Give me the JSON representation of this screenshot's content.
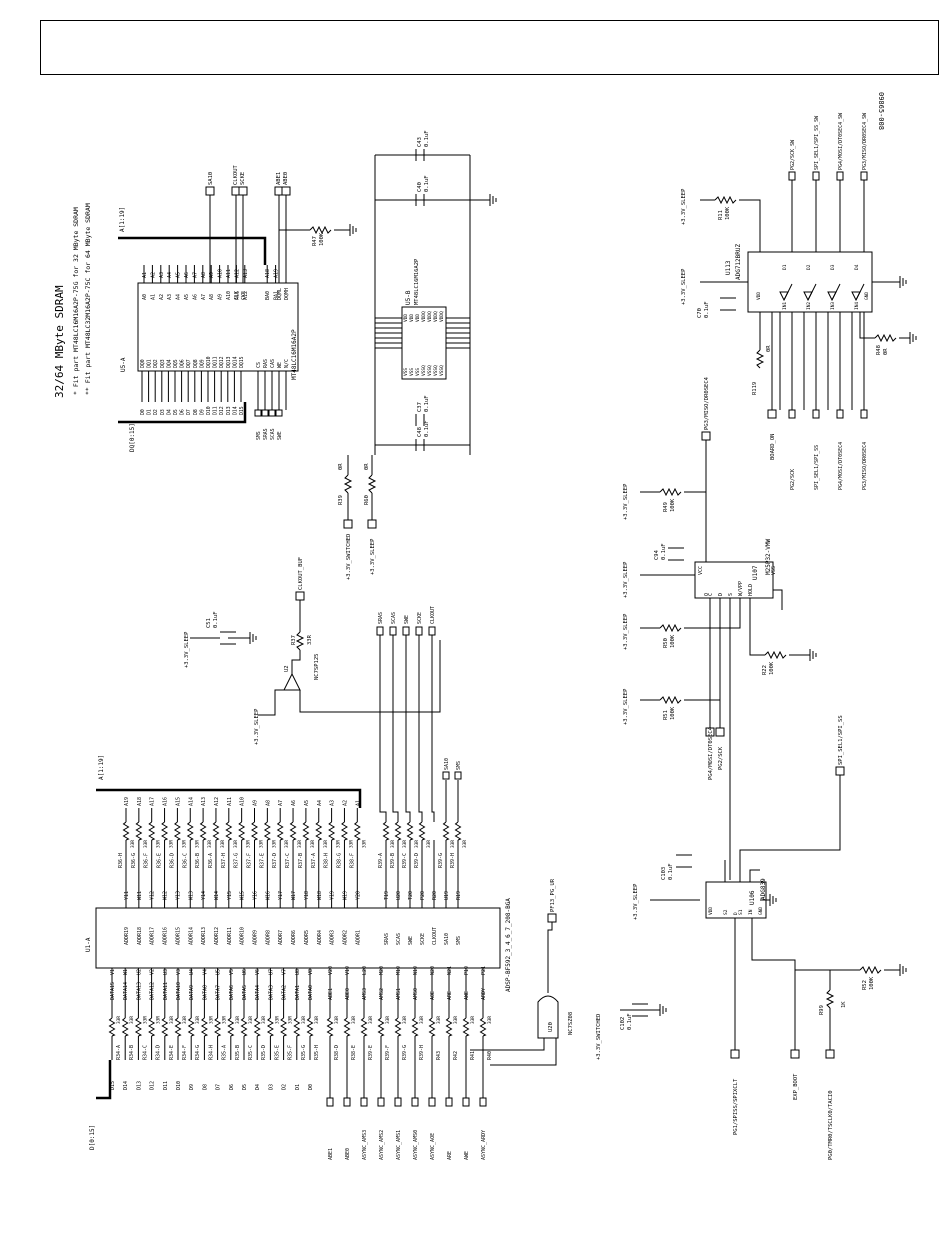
{
  "doc": {
    "figure_id": "09865-008",
    "sdram_title": "32/64 MByte SDRAM",
    "note1": "* Fit part MT48LC16M16A2P-75G for 32 MByte SDRAM",
    "note2": "** Fit part MT48LC32M16A2P-75C for 64 MByte SDRAM"
  },
  "rails": {
    "sleep": "+3.3V_SLEEP",
    "switched": "+3.3V_SWITCHED"
  },
  "ics": {
    "u5a": {
      "ref": "U5-A",
      "part": "MT48LC16M16A2P"
    },
    "u5b": {
      "ref": "U5-B",
      "part": "MT48LC16M16A2P"
    },
    "u1a": {
      "ref": "U1-A",
      "part": "ADSP-BF592_3_4_6_7_208-BGA"
    },
    "u2": {
      "ref": "U2",
      "part": "NC7SP125"
    },
    "u20": {
      "ref": "U20",
      "part": "NC7SZ08"
    },
    "u107": {
      "ref": "U107",
      "part": "M25P32-VMW"
    },
    "u106": {
      "ref": "U106",
      "part": "ADG839"
    },
    "u113": {
      "ref": "U113",
      "part": "ADG712BRUZ"
    }
  },
  "buses": {
    "data": "DQ[0:15]",
    "addr": "A[1:19]",
    "data_u1": "D[0:15]",
    "addr_u1": "A[1:19]"
  },
  "sdram": {
    "dq_pins": [
      "DQ0",
      "DQ1",
      "DQ2",
      "DQ3",
      "DQ4",
      "DQ5",
      "DQ6",
      "DQ7",
      "DQ8",
      "DQ9",
      "DQ10",
      "DQ11",
      "DQ12",
      "DQ13",
      "DQ14",
      "DQ15"
    ],
    "dq_nets": [
      "D0",
      "D1",
      "D2",
      "D3",
      "D4",
      "D5",
      "D6",
      "D7",
      "D8",
      "D9",
      "D10",
      "D11",
      "D12",
      "D13",
      "D14",
      "D15"
    ],
    "addr_pins": [
      "A0",
      "A1",
      "A2",
      "A3",
      "A4",
      "A5",
      "A6",
      "A7",
      "A8",
      "A9",
      "A10",
      "A11",
      "A12",
      "BA0",
      "BA1"
    ],
    "addr_nets": [
      "A1",
      "A2",
      "A3",
      "A4",
      "A5",
      "A6",
      "A7",
      "A8",
      "A9",
      "A10",
      "A11",
      "A12",
      "A13",
      "A18",
      "A19"
    ],
    "ctrl_pins": [
      "CLK",
      "CKE",
      "DQML",
      "DQMH",
      "CS",
      "RAS",
      "CAS",
      "WE",
      "N/C"
    ],
    "ctrl_nets": [
      "CLKOUT",
      "SCKE",
      "ABE0",
      "ABE1",
      "SMS",
      "SRAS",
      "SCAS",
      "SWE",
      "SA10"
    ],
    "power_pins": [
      "VDD",
      "VDD",
      "VDD",
      "VDDQ",
      "VDDQ",
      "VDDQ",
      "VDDQ",
      "VSS",
      "VSS",
      "VSS",
      "VSSQ",
      "VSSQ",
      "VSSQ",
      "VSSQ"
    ]
  },
  "u1a": {
    "data_pins": [
      "DATA15",
      "DATA14",
      "DATA13",
      "DATA12",
      "DATA11",
      "DATA10",
      "DATA9",
      "DATA8",
      "DATA7",
      "DATA6",
      "DATA5",
      "DATA4",
      "DATA3",
      "DATA2",
      "DATA1",
      "DATA0"
    ],
    "data_balls": [
      "V1",
      "W1",
      "U2",
      "V2",
      "U3",
      "V3",
      "U4",
      "V4",
      "U5",
      "V5",
      "U6",
      "V6",
      "U7",
      "V7",
      "U8",
      "V8"
    ],
    "data_res": [
      "R34-A",
      "R34-B",
      "R34-C",
      "R34-D",
      "R34-E",
      "R34-F",
      "R34-G",
      "R34-H",
      "R35-A",
      "R35-B",
      "R35-C",
      "R35-D",
      "R35-E",
      "R35-F",
      "R35-G",
      "R35-H"
    ],
    "data_nets": [
      "D15",
      "D14",
      "D13",
      "D12",
      "D11",
      "D10",
      "D9",
      "D8",
      "D7",
      "D6",
      "D5",
      "D4",
      "D3",
      "D2",
      "D1",
      "D0"
    ],
    "addr_pins": [
      "ADDR19",
      "ADDR18",
      "ADDR17",
      "ADDR16",
      "ADDR15",
      "ADDR14",
      "ADDR13",
      "ADDR12",
      "ADDR11",
      "ADDR10",
      "ADDR9",
      "ADDR8",
      "ADDR7",
      "ADDR6",
      "ADDR5",
      "ADDR4",
      "ADDR3",
      "ADDR2",
      "ADDR1"
    ],
    "addr_balls": [
      "Y11",
      "W11",
      "Y12",
      "W12",
      "Y13",
      "W13",
      "Y14",
      "W14",
      "Y15",
      "W15",
      "Y16",
      "W16",
      "Y17",
      "W17",
      "Y18",
      "W18",
      "Y19",
      "W19",
      "Y20"
    ],
    "addr_res": [
      "R36-H",
      "R36-G",
      "R36-F",
      "R36-E",
      "R36-D",
      "R36-C",
      "R36-B",
      "R36-A",
      "R37-H",
      "R37-G",
      "R37-F",
      "R37-E",
      "R37-D",
      "R37-C",
      "R37-B",
      "R37-A",
      "R38-H",
      "R38-G",
      "R38-F"
    ],
    "addr_nets": [
      "A19",
      "A18",
      "A17",
      "A16",
      "A15",
      "A14",
      "A13",
      "A12",
      "A11",
      "A10",
      "A9",
      "A8",
      "A7",
      "A6",
      "A5",
      "A4",
      "A3",
      "A2",
      "A1"
    ],
    "sdc_pins": [
      "SRAS",
      "SCAS",
      "SWE",
      "SCKE",
      "CLKOUT",
      "SA10",
      "SMS"
    ],
    "sdc_balls": [
      "T19",
      "U20",
      "T20",
      "P20",
      "R20",
      "U19",
      "R19"
    ],
    "sdc_res": [
      "R39-A",
      "R39-B",
      "R39-C",
      "R39-D",
      "",
      "R39-G",
      "R39-H"
    ],
    "sdc_nets": [
      "SRAS",
      "SCAS",
      "SWE",
      "SCKE",
      "CLKOUT",
      "SA10",
      "SMS"
    ],
    "res_value": "33R",
    "left_pins": [
      "ABE1",
      "ABE0",
      "AMS3",
      "AMS2",
      "AMS1",
      "AMS0",
      "AOE",
      "ARE",
      "AWE",
      "ARDY"
    ],
    "left_balls": [
      "V20",
      "V19",
      "L20",
      "M20",
      "M19",
      "N19",
      "N20",
      "N21",
      "P19",
      "P21"
    ],
    "left_res": [
      "R38-D",
      "R38-E",
      "R39-E",
      "R39-F",
      "R39-G",
      "R39-H",
      "R43",
      "R42",
      "R41",
      "R40"
    ],
    "left_nets": [
      "ABE1",
      "ABE0",
      "ASYNC_AMS3",
      "ASYNC_AMS2",
      "ASYNC_AMS1",
      "ASYNC_AMS0",
      "ASYNC_AOE",
      "ARE",
      "AWE",
      "ASYNC_ARDY"
    ]
  },
  "misc": {
    "r37": "R37",
    "r37v": "33R",
    "clkbuf": "CLKOUT_BUF",
    "c51": "C51",
    "c51v": "0.1uF",
    "r47": "R47",
    "r47v": "100K",
    "abe": "ABE1",
    "c43": "C43",
    "c40": "C40",
    "c37": "C37",
    "c48": "C48",
    "cv": "0.1uF",
    "r39": "R39",
    "r39v": "0R",
    "r60": "R60",
    "r60v": "0R",
    "pf13": "PF13_PG_UR",
    "c102": "C102",
    "c102v": "0.1uF",
    "r49": "R49",
    "r50": "R50",
    "r51": "R51",
    "r22": "R22",
    "r52": "R52",
    "r48": "R48",
    "r99": "R99",
    "r119": "R119",
    "r11": "R11",
    "r100k": "100K",
    "r0": "0R",
    "r1k": "1K",
    "c94": "C94",
    "c103": "C103",
    "c70": "C70",
    "flash_pins": [
      "C",
      "D",
      "Q",
      "S",
      "W/VPP",
      "HOLD",
      "VCC",
      "VSS"
    ],
    "sw_pins": [
      "VDD",
      "S1",
      "S2",
      "IN",
      "D",
      "GND"
    ],
    "u113_pins": [
      "VDD",
      "IN1",
      "IN2",
      "IN3",
      "IN4",
      "S1",
      "S2",
      "S3",
      "S4",
      "D1",
      "D2",
      "D3",
      "D4",
      "GND"
    ],
    "nets_top": [
      "PG2/SCK_SW",
      "SPI_SEL1/SPI_SS_SW",
      "PG4/MOSI/DT0SEC4_SW",
      "PG3/MISO/DR0SEC4_SW"
    ],
    "nets_mid": [
      "PG3/MISO/DR0SEC4",
      "BOARD_ON",
      "PG2/SCK",
      "SPI_SEL1/SPI_SS",
      "PG4/MOSI/DT0SEC4",
      "PG3/MISO/DR0SEC4"
    ],
    "nets_bot": [
      "PG4/MOSI/DT0SEC4",
      "PG2/SCK",
      "SPI_SEL1/SPI_SS",
      "PG1/SPISS/SPIXCLT",
      "EXP_BOOT",
      "PG0/TMR0/TSCLK0/TACI0"
    ]
  }
}
